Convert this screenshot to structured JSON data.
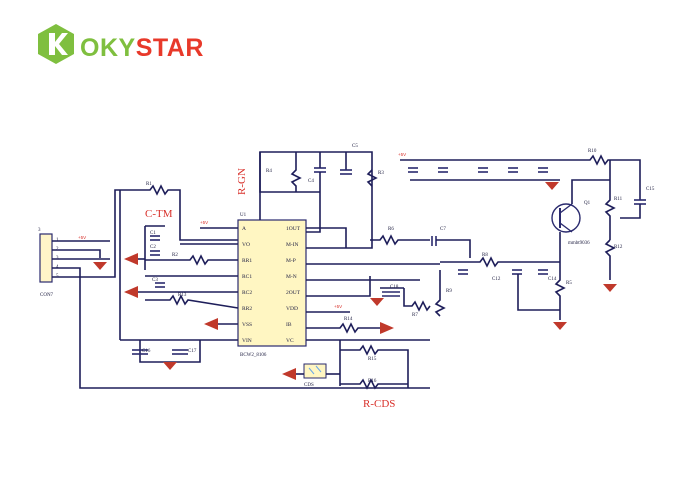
{
  "logo": {
    "brand_part1": "OKY",
    "brand_part2": "STAR",
    "colors": {
      "green": "#7fbf3f",
      "red": "#e8392a"
    }
  },
  "schematic": {
    "red_labels": {
      "c_tm": "C-TM",
      "r_gn": "R-GN",
      "r_cds": "R-CDS"
    },
    "ic": {
      "ref": "U1",
      "part": "BCW2_8106",
      "left_pins": [
        "A",
        "VO",
        "RR1",
        "RC1",
        "RC2",
        "RR2",
        "VSS",
        "VIN"
      ],
      "right_pins": [
        "1OUT",
        "M-IN",
        "M-P",
        "M-N",
        "2OUT",
        "VDD",
        "IB",
        "VC"
      ]
    },
    "connector": {
      "ref": "CON7",
      "pins": [
        "1",
        "2",
        "3",
        "4",
        "5"
      ]
    },
    "transistor": {
      "ref": "Q1",
      "part": "mmbt9036"
    },
    "supply": "+5V",
    "photo_cell": "CDS"
  }
}
